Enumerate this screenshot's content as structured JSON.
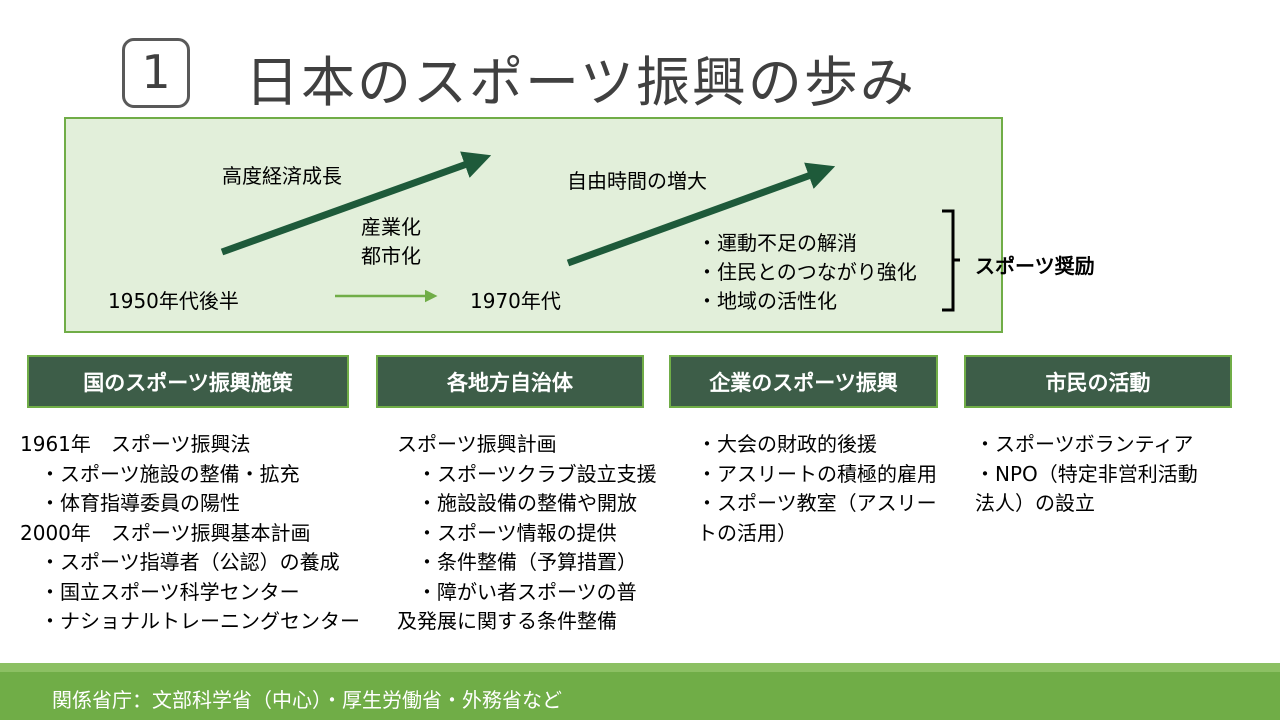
{
  "title": {
    "number": "1",
    "text": "日本のスポーツ振興の歩み"
  },
  "timeline": {
    "growth": "高度経済成長",
    "industrialization": "産業化",
    "urbanization": "都市化",
    "start": "1950年代後半",
    "end": "1970年代",
    "free_time": "自由時間の増大",
    "effects": [
      "・運動不足の解消",
      "・住民とのつながり強化",
      "・地域の活性化"
    ],
    "result": "スポーツ奨励"
  },
  "columns": [
    {
      "header": "国のスポーツ振興施策",
      "items": [
        "1961年　スポーツ振興法",
        "　・スポーツ施設の整備・拡充",
        "　・体育指導委員の陽性",
        "2000年　スポーツ振興基本計画",
        "　・スポーツ指導者（公認）の養成",
        "　・国立スポーツ科学センター",
        "　・ナショナルトレーニングセンター"
      ]
    },
    {
      "header": "各地方自治体",
      "items": [
        "スポーツ振興計画",
        "　・スポーツクラブ設立支援",
        "　・施設設備の整備や開放",
        "　・スポーツ情報の提供",
        "　・条件整備（予算措置）",
        "　・障がい者スポーツの普",
        "及発展に関する条件整備"
      ]
    },
    {
      "header": "企業のスポーツ振興",
      "items": [
        "・大会の財政的後援",
        "・アスリートの積極的雇用",
        "・スポーツ教室（アスリー",
        "トの活用）"
      ]
    },
    {
      "header": "市民の活動",
      "items": [
        "・スポーツボランティア",
        "・NPO（特定非営利活動",
        "法人）の設立"
      ]
    }
  ],
  "footer": "関係省庁：文部科学省（中心）・厚生労働省・外務省など",
  "colors": {
    "panel_bg": "#e2efda",
    "accent": "#70ad47",
    "dark_green": "#3d5d48",
    "arrow": "#1e5a3a"
  }
}
